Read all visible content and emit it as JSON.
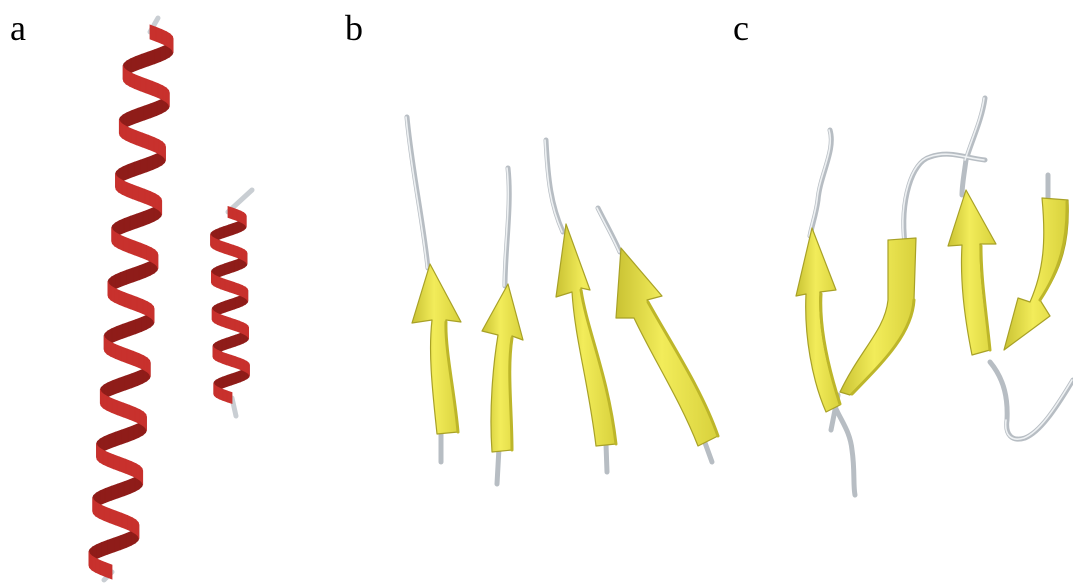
{
  "panels": [
    {
      "label": "a",
      "structure": "alpha-helix-ribbon"
    },
    {
      "label": "b",
      "structure": "parallel-beta-strands"
    },
    {
      "label": "c",
      "structure": "antiparallel-beta-hairpins"
    }
  ],
  "colors": {
    "helix": "#c8312d",
    "helix_dark": "#8f1c19",
    "helix_light": "#e0605a",
    "strand": "#e9e247",
    "strand_dark": "#bdb62a",
    "coil": "#c9ced3",
    "coil_dark": "#9aa1a8"
  }
}
